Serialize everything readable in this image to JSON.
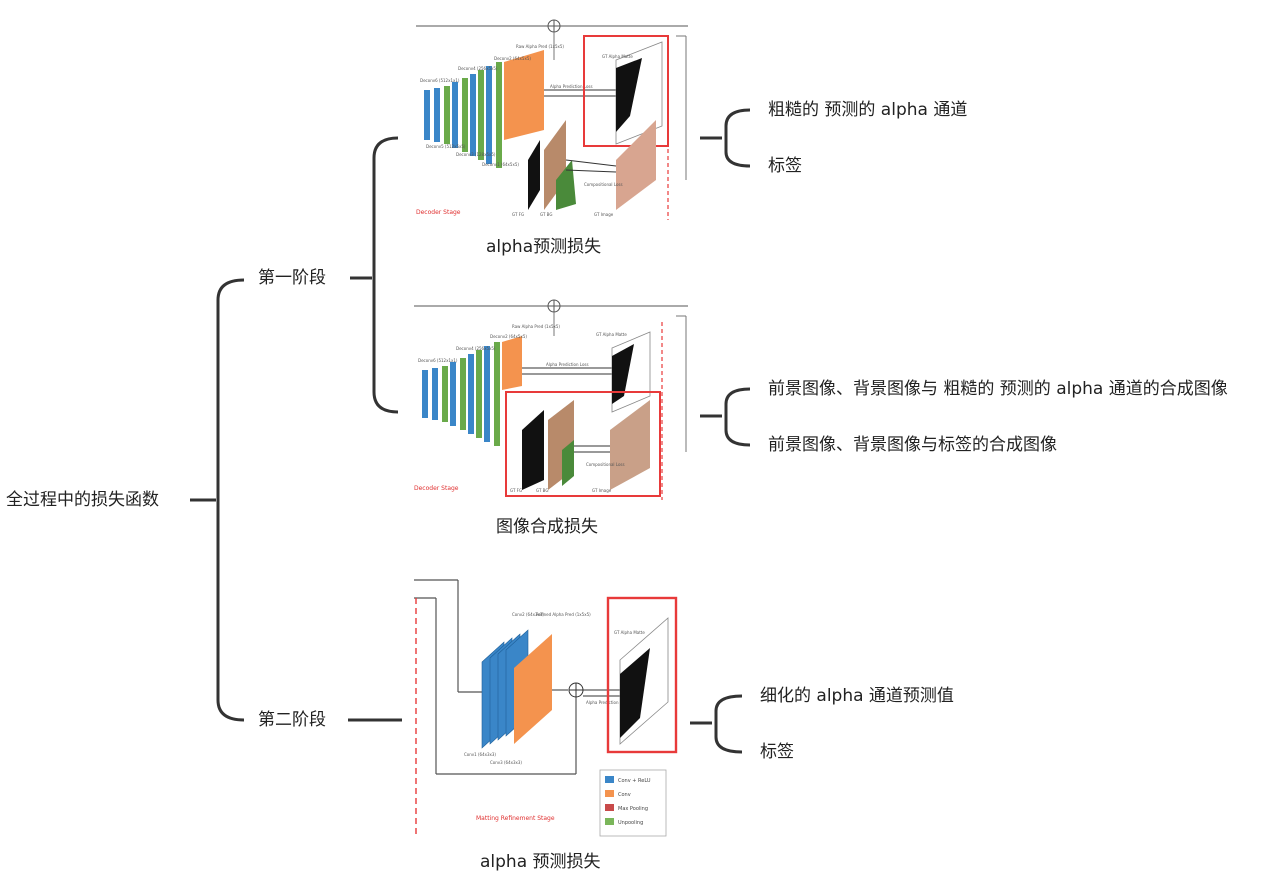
{
  "root_label": "全过程中的损失函数",
  "stage1": {
    "label": "第一阶段",
    "alpha_loss": {
      "caption": "alpha预测损失",
      "items": [
        "粗糙的 预测的 alpha 通道",
        "标签"
      ]
    },
    "composition_loss": {
      "caption": "图像合成损失",
      "items": [
        "前景图像、背景图像与 粗糙的 预测的 alpha 通道的合成图像",
        "前景图像、背景图像与标签的合成图像"
      ]
    }
  },
  "stage2": {
    "label": "第二阶段",
    "refine_loss": {
      "caption": "alpha 预测损失",
      "items": [
        "细化的 alpha 通道预测值",
        "标签"
      ]
    }
  },
  "figure_text": {
    "decoder_stage": "Decoder Stage",
    "refinement_stage": "Matting Refinement Stage",
    "gt_alpha": "GT Alpha Matte",
    "raw_alpha": "Raw Alpha Pred (1x5x5)",
    "refined_alpha": "Refined Alpha Pred (1x5x5)",
    "alpha_pred_loss": "Alpha Prediction Loss",
    "comp_loss": "Compositional Loss",
    "gt_fg": "GT FG",
    "gt_bg": "GT BG",
    "gt_image": "GT Image",
    "conv1": "Conv1 (64x3x3)",
    "conv2": "Conv2 (64x3x3)",
    "conv3": "Conv3 (64x3x3)",
    "deconv_labels": [
      "Deconv6 (512x1x1)",
      "Deconv5 (512x5x5)",
      "Deconv4 (256x5x5)",
      "Deconv3 (128x5x5)",
      "Deconv2 (64x5x5)",
      "Deconv1 (64x5x5)"
    ],
    "legend": [
      "Conv + ReLU",
      "Conv",
      "Max Pooling",
      "Unpooling"
    ]
  },
  "colors": {
    "blue": "#3a86c8",
    "green": "#6aaa4a",
    "orange": "#f4934e",
    "red": "#e83a3a",
    "bracket": "#333333"
  }
}
